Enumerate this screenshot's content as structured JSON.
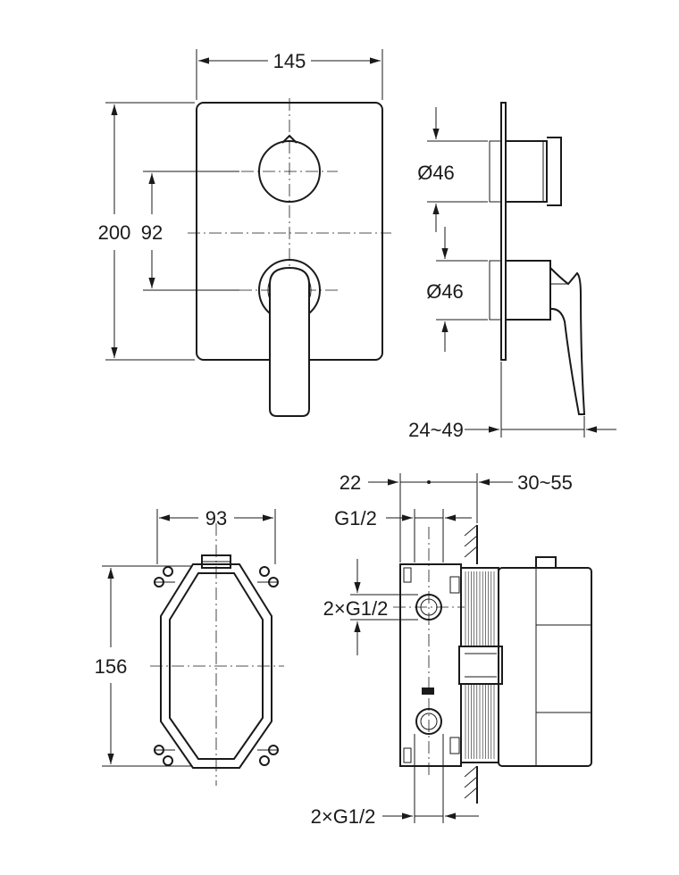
{
  "front_view": {
    "width_label": "145",
    "height_label": "200",
    "spacing_label": "92"
  },
  "side_view": {
    "upper_diameter_label": "Ø46",
    "lower_diameter_label": "Ø46",
    "depth_label": "24~49"
  },
  "box_front_view": {
    "width_label": "93",
    "height_label": "156"
  },
  "box_side_view": {
    "offset_label": "22",
    "depth_label": "30~55",
    "top_thread_label": "G1/2",
    "side_thread_label": "2×G1/2",
    "bottom_thread_label": "2×G1/2"
  },
  "colors": {
    "line": "#1a1a1a",
    "background": "#ffffff"
  }
}
